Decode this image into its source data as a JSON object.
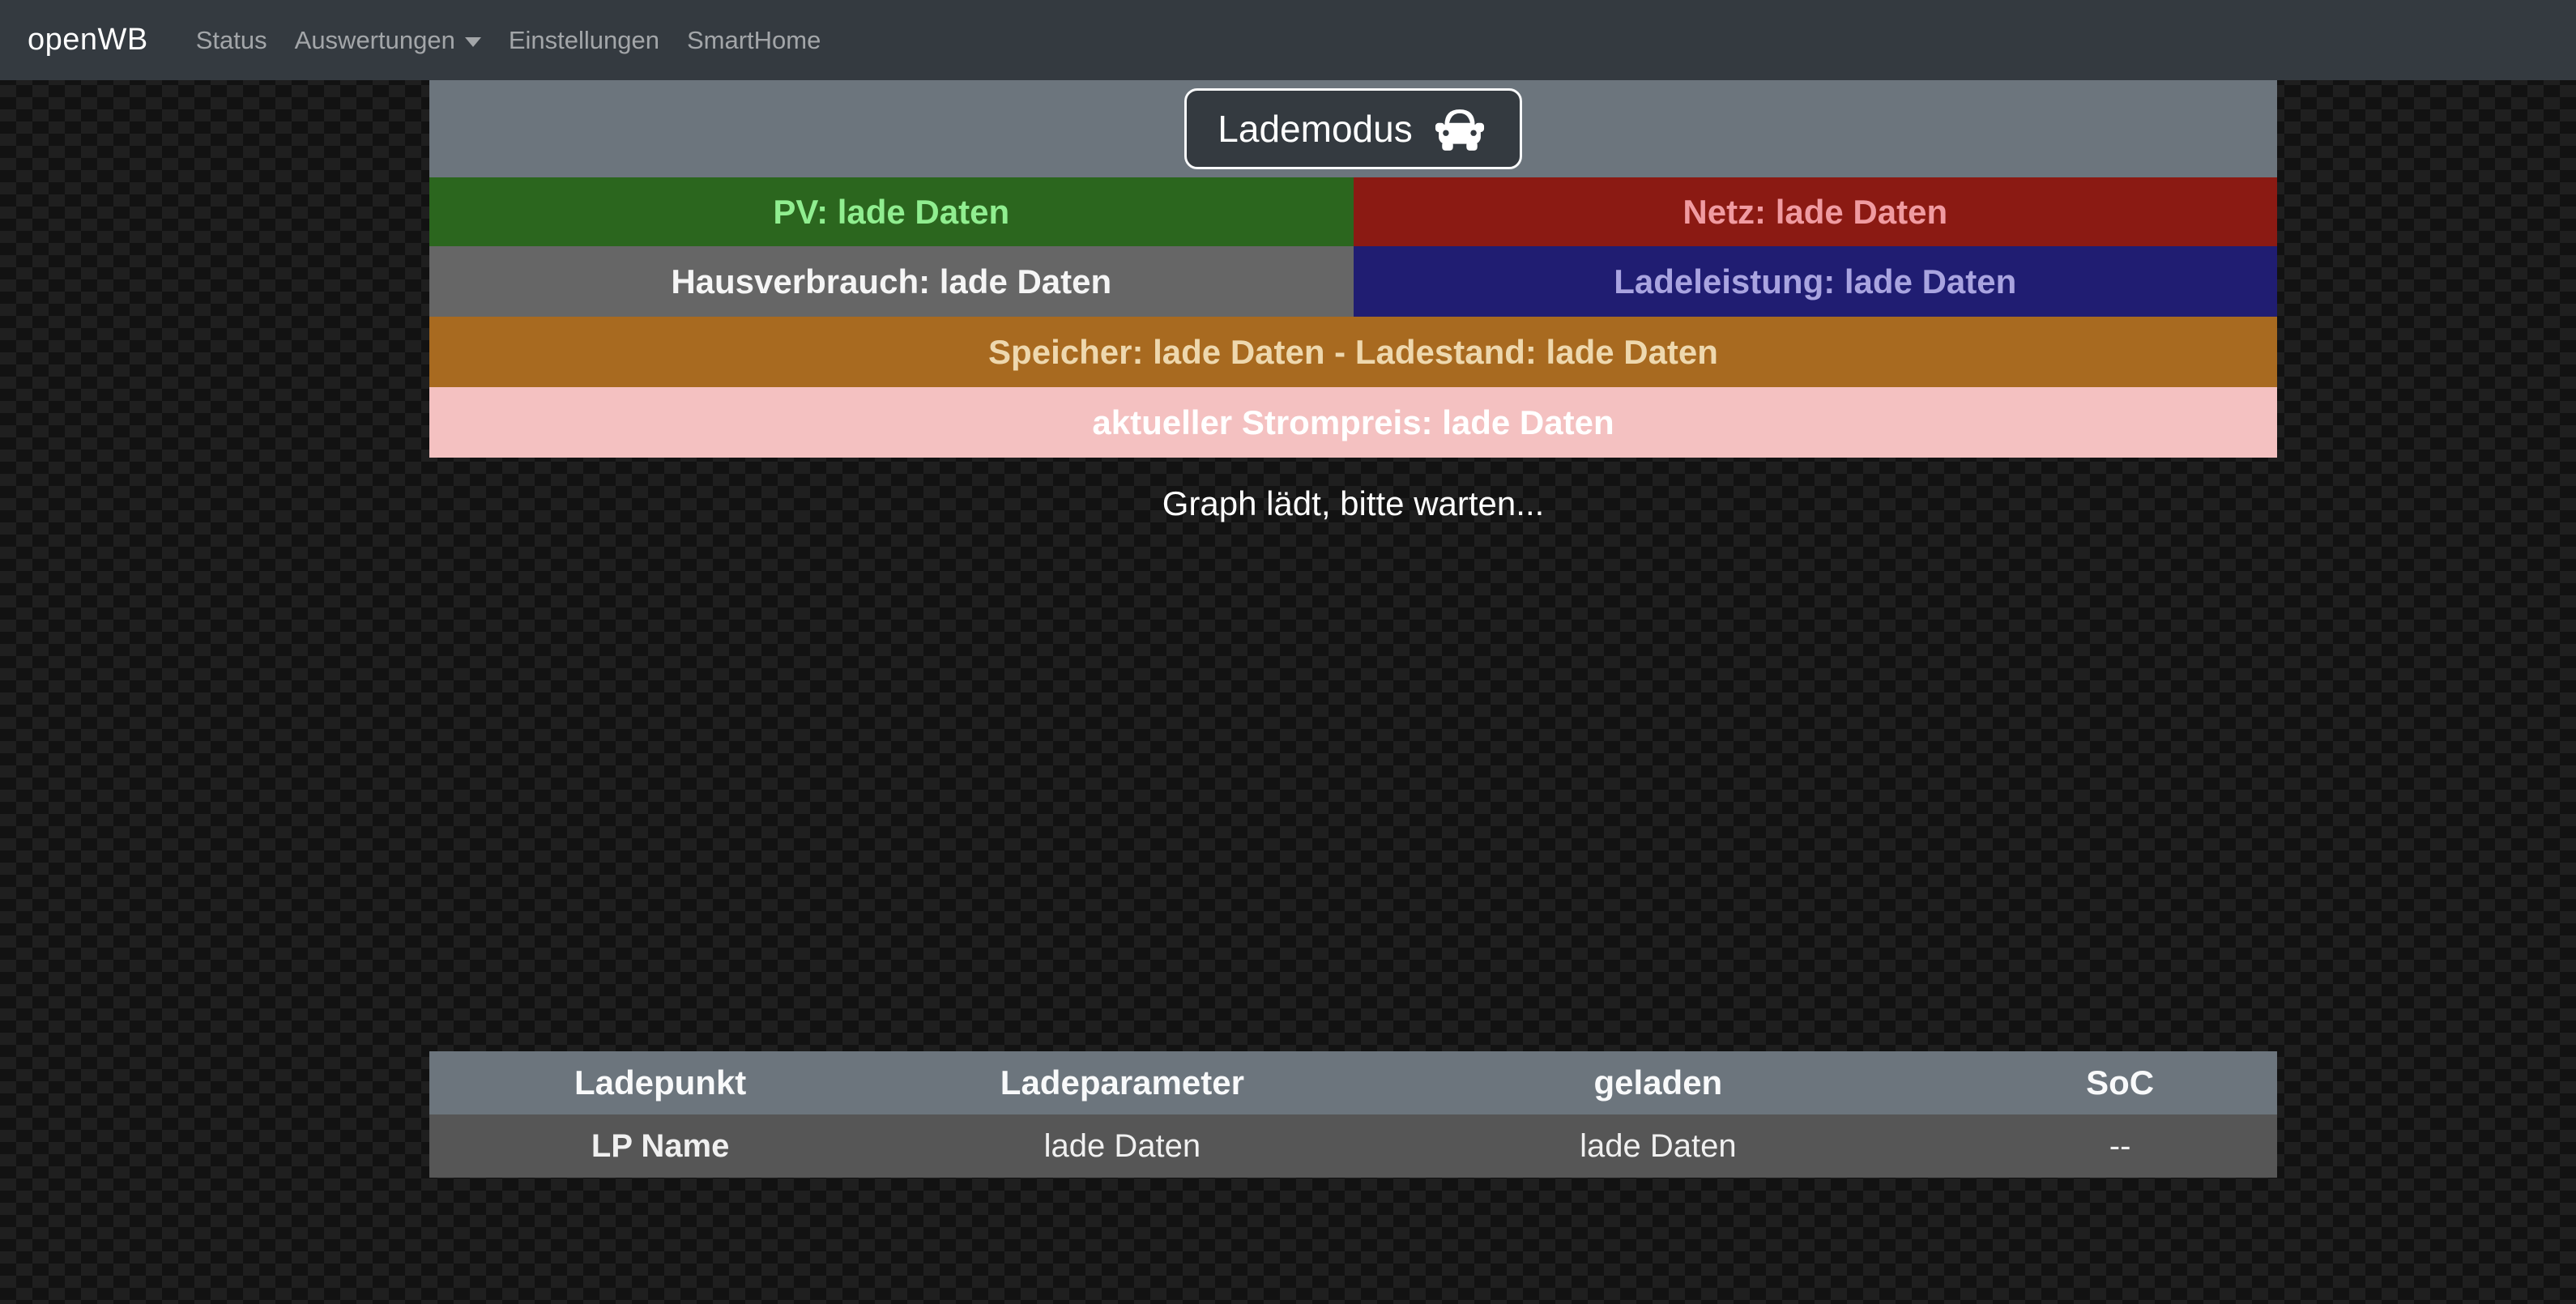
{
  "navbar": {
    "brand": "openWB",
    "items": [
      {
        "label": "Status"
      },
      {
        "label": "Auswertungen",
        "dropdown": true
      },
      {
        "label": "Einstellungen"
      },
      {
        "label": "SmartHome"
      }
    ]
  },
  "panel": {
    "lademodus_label": "Lademodus",
    "lademodus_icon": "car-icon"
  },
  "status_bars": {
    "pv": "PV: lade Daten",
    "netz": "Netz: lade Daten",
    "hausverbrauch": "Hausverbrauch: lade Daten",
    "ladeleistung": "Ladeleistung: lade Daten",
    "speicher": "Speicher: lade Daten - Ladestand: lade Daten",
    "strompreis": "aktueller Strompreis: lade Daten"
  },
  "graph": {
    "loading_text": "Graph lädt, bitte warten..."
  },
  "table": {
    "columns": [
      "Ladepunkt",
      "Ladeparameter",
      "geladen",
      "SoC"
    ],
    "rows": [
      {
        "ladepunkt": "LP Name",
        "ladeparameter": "lade Daten",
        "geladen": "lade Daten",
        "soc": "--"
      }
    ]
  },
  "colors": {
    "navbar_bg": "#343a40",
    "panel_header_bg": "#6c757d",
    "pv_bg": "#2b661e",
    "pv_text": "#90ee90",
    "netz_bg": "#8b1a13",
    "netz_text": "#f09ba1",
    "hausverbrauch_bg": "#666666",
    "hausverbrauch_text": "#f5f5f5",
    "ladeleistung_bg": "#201d72",
    "ladeleistung_text": "#a9a4e0",
    "speicher_bg": "#a86a20",
    "speicher_text": "#eed8ae",
    "strompreis_bg": "#f4c1c1",
    "strompreis_text": "#ffffff",
    "table_header_bg": "#6c757d",
    "table_row_bg": "#565656",
    "background_base": "#141414"
  }
}
